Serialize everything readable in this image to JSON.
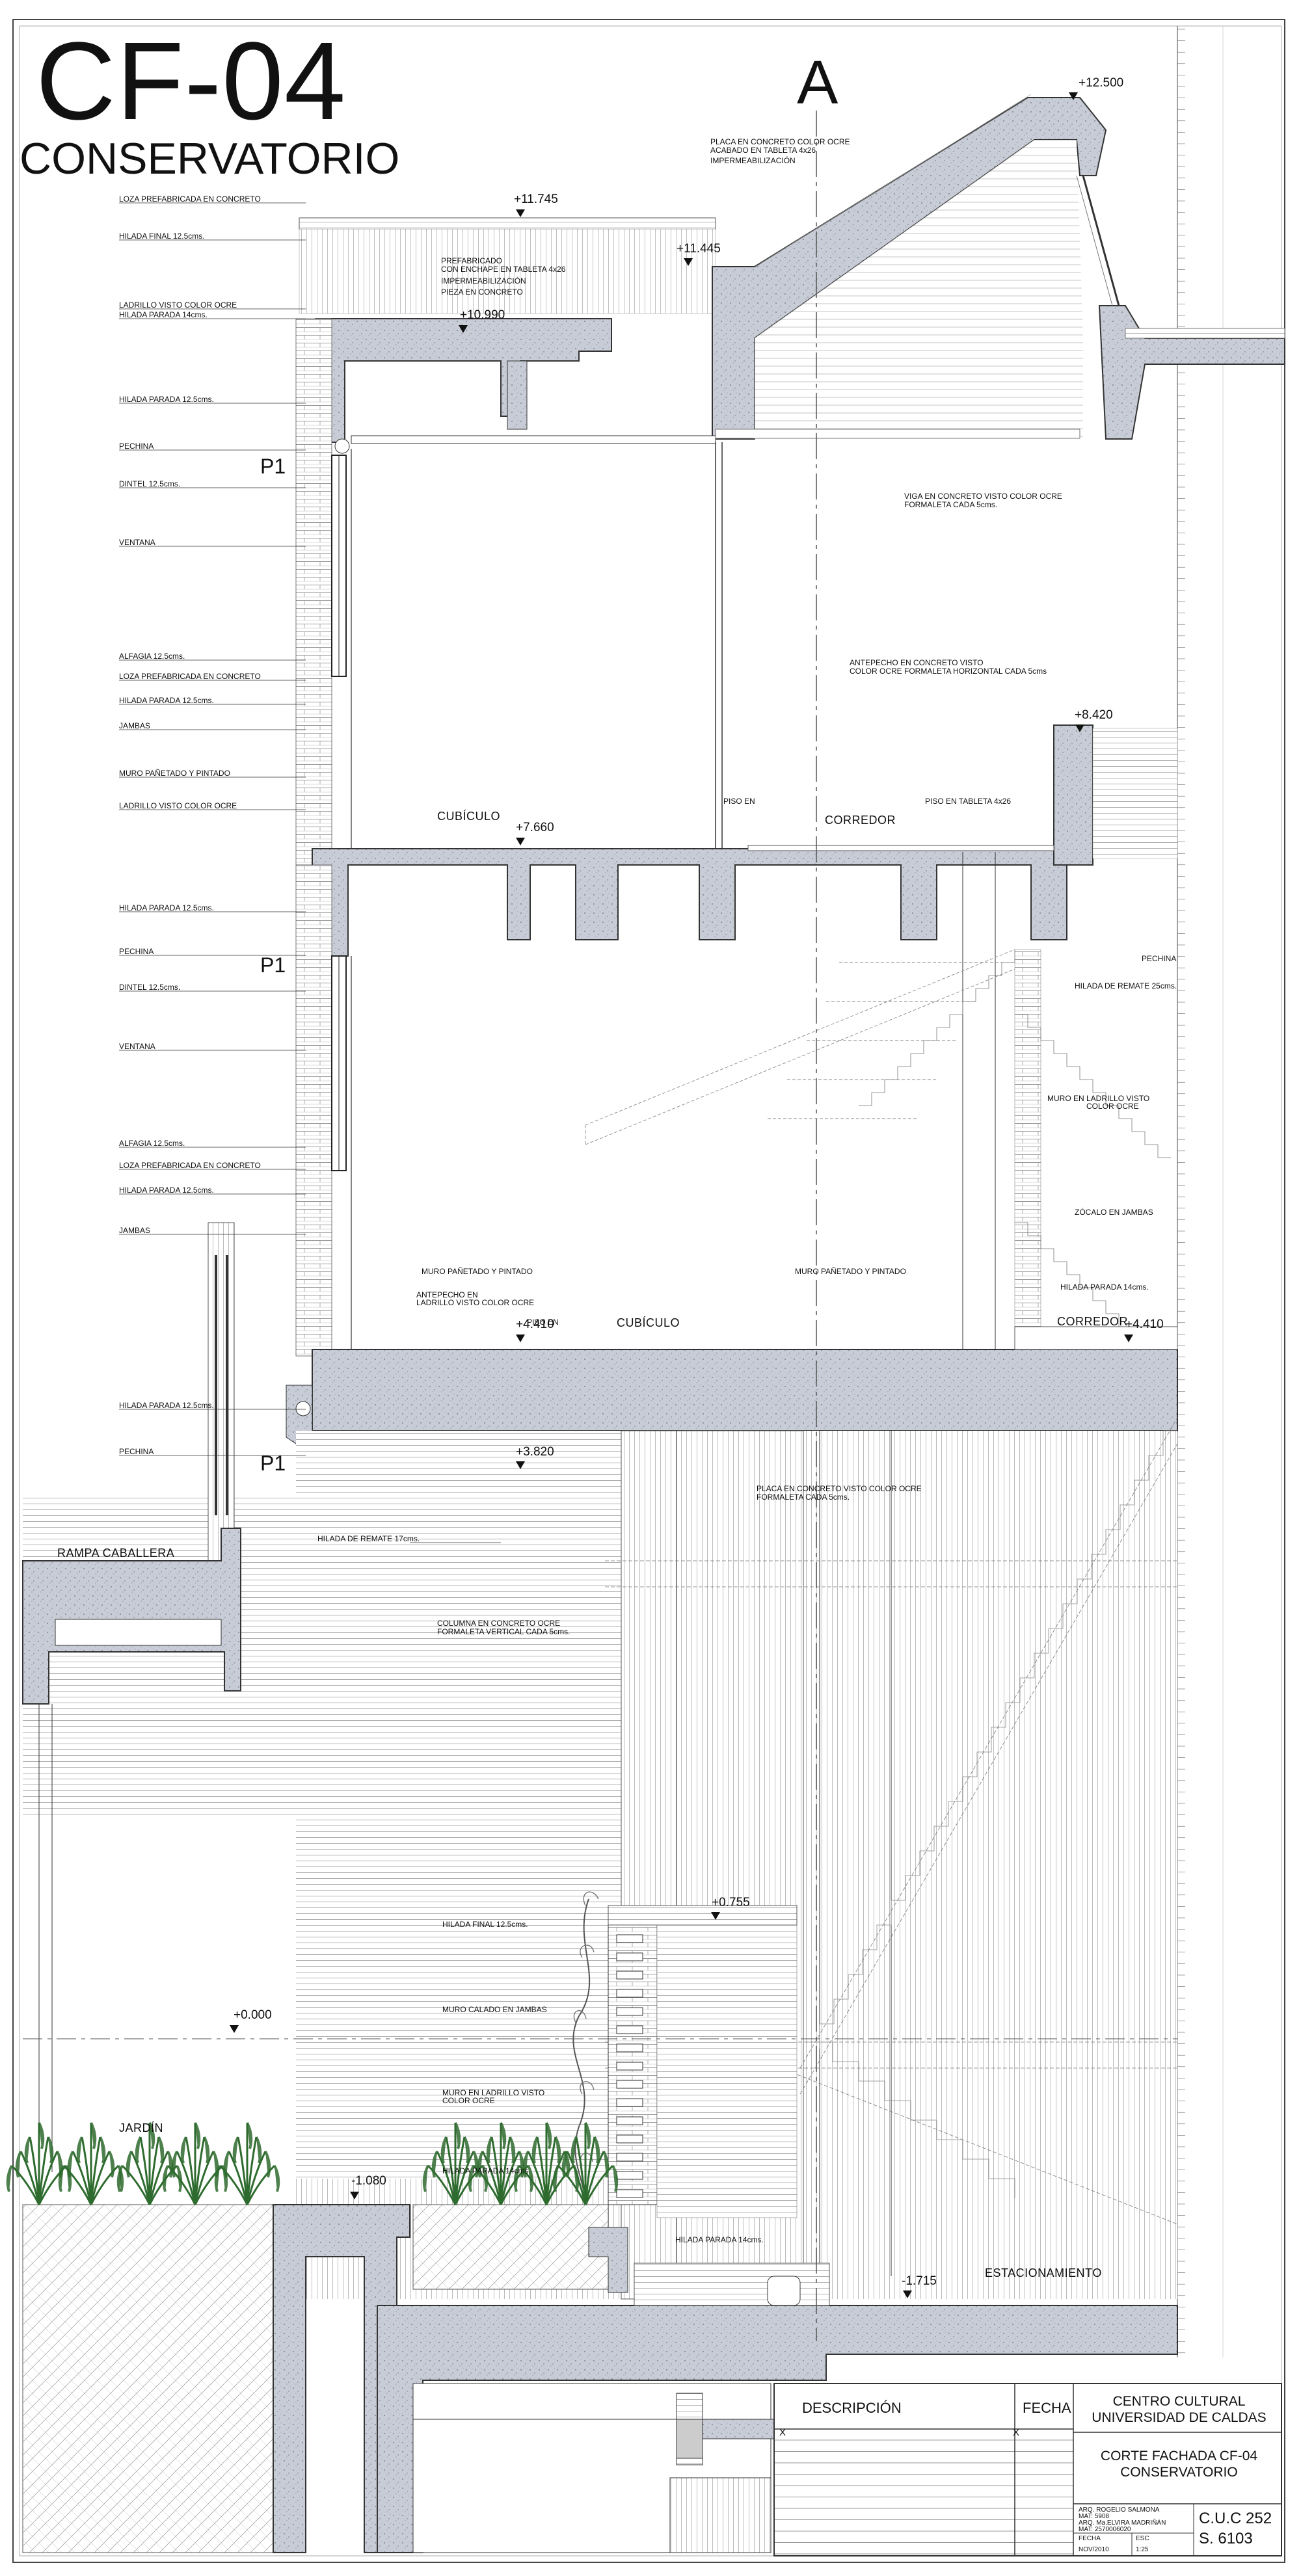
{
  "sheet": {
    "code": "CF-04",
    "name": "CONSERVATORIO",
    "section_letter": "A"
  },
  "levels": {
    "top": "+12.500",
    "roof_left": "+11.745",
    "roof_mid": "+11.445",
    "slab_top": "+10.990",
    "parapet": "+8.420",
    "floor2": "+7.660",
    "floor1": "+4.410",
    "corridor1": "+4.410",
    "plinth": "+3.820",
    "step": "+0.755",
    "zero": "+0.000",
    "garden": "-1.080",
    "parking": "-1.715"
  },
  "rooms": {
    "cubiculo_upper": "CUBÍCULO",
    "corredor_upper": "CORREDOR",
    "cubiculo_lower": "CUBÍCULO",
    "corredor_lower": "CORREDOR",
    "rampa": "RAMPA  CABALLERA",
    "jardin": "JARDÍN",
    "estacionamiento": "ESTACIONAMIENTO"
  },
  "p1": "P1",
  "left_labels": [
    "LOZA PREFABRICADA EN CONCRETO",
    "HILADA FINAL 12.5cms.",
    "LADRILLO VISTO COLOR OCRE",
    "HILADA PARADA 14cms.",
    "HILADA PARADA 12.5cms.",
    "PECHINA",
    "DINTEL 12.5cms.",
    "VENTANA",
    "ALFAGIA 12.5cms.",
    "LOZA PREFABRICADA EN CONCRETO",
    "HILADA PARADA 12.5cms.",
    "JAMBAS",
    "MURO PAÑETADO Y PINTADO",
    "LADRILLO VISTO COLOR OCRE",
    "HILADA PARADA 12.5cms.",
    "PECHINA",
    "DINTEL 12.5cms.",
    "VENTANA",
    "ALFAGIA 12.5cms.",
    "LOZA PREFABRICADA EN CONCRETO",
    "HILADA PARADA 12.5cms.",
    "JAMBAS",
    "HILADA PARADA 12.5cms.",
    "PECHINA",
    "HILADA  DE REMATE 17cms."
  ],
  "notes": {
    "placa_roof": [
      "PLACA EN CONCRETO COLOR OCRE",
      "ACABADO EN TABLETA 4x26",
      "IMPERMEABILIZACIÓN"
    ],
    "prefabricado": [
      "PREFABRICADO",
      "CON ENCHAPE EN TABLETA 4x26",
      "IMPERMEABILIZACIÓN",
      "PIEZA EN CONCRETO"
    ],
    "viga": [
      "VIGA EN CONCRETO VISTO COLOR OCRE",
      "FORMALETA CADA 5cms."
    ],
    "antepecho_concreto": [
      "ANTEPECHO EN CONCRETO VISTO",
      "COLOR OCRE FORMALETA HORIZONTAL CADA 5cms"
    ],
    "piso_en_upper": "PISO EN",
    "piso_tableta": "PISO EN TABLETA 4x26",
    "pechina_r": "PECHINA",
    "hilada_remate_25": "HILADA DE REMATE 25cms.",
    "muro_ladrillo_r": [
      "MURO EN LADRILLO VISTO",
      "COLOR OCRE"
    ],
    "zocalo": "ZÓCALO EN JAMBAS",
    "hilada_parada_14_r": "HILADA PARADA 14cms.",
    "muro_panetado_a": "MURO PAÑETADO Y PINTADO",
    "muro_panetado_b": "MURO PAÑETADO Y PINTADO",
    "antepecho_ladrillo": [
      "ANTEPECHO EN",
      "LADRILLO VISTO COLOR OCRE"
    ],
    "piso_en_lower": "PISO EN",
    "placa_stair": [
      "PLACA EN CONCRETO VISTO COLOR OCRE",
      "FORMALETA CADA 5cms."
    ],
    "columna": [
      "COLUMNA EN CONCRETO OCRE",
      "FORMALETA VERTICAL CADA 5cms."
    ],
    "hilada_final_b": "HILADA FINAL 12.5cms.",
    "muro_calado": "MURO CALADO EN JAMBAS",
    "muro_ladrillo_b": [
      "MURO EN LADRILLO VISTO",
      "COLOR OCRE"
    ],
    "hilada_parada_b": "HILADA PARADA 14cms.",
    "hilada_parada_14_b": "HILADA PARADA 14cms."
  },
  "title_block": {
    "descripcion": "DESCRIPCIÓN",
    "fecha": "FECHA",
    "x1": "X",
    "x2": "X",
    "institution": [
      "CENTRO CULTURAL",
      "UNIVERSIDAD DE CALDAS"
    ],
    "drawing": [
      "CORTE FACHADA CF-04",
      "CONSERVATORIO"
    ],
    "authors": [
      "ARQ. ROGELIO SALMONA",
      "MAT: 5908",
      "ARQ. Ma.ELVIRA MADRIÑÁN",
      "MAT: 2570006020"
    ],
    "fecha_lbl": "FECHA",
    "fecha_val": "NOV/2010",
    "esc_lbl": "ESC",
    "esc_val": "1:25",
    "cuc": "C.U.C  252",
    "s": "S.  6103"
  },
  "colors": {
    "concrete": "#c7ccd6",
    "concrete_edge": "#3d4048",
    "line": "#222222",
    "hatch": "#8a8a8a",
    "plant": "#2e6b2e"
  }
}
